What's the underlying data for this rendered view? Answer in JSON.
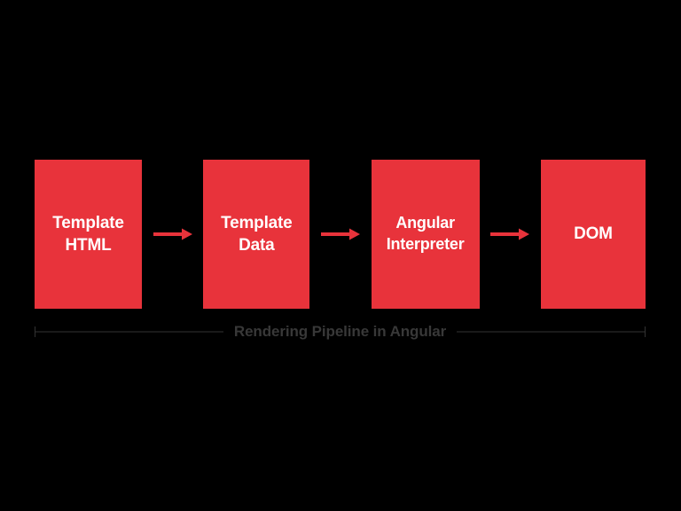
{
  "diagram": {
    "background_color": "#000000",
    "accent_color": "#E8333B",
    "box_text_color": "#FFFFFF",
    "caption_color": "#383838",
    "caption": "Rendering Pipeline in Angular",
    "stages": [
      {
        "id": "template-html",
        "label": "Template\nHTML",
        "name": "stage-template-html"
      },
      {
        "id": "template-data",
        "label": "Template\nData",
        "name": "stage-template-data"
      },
      {
        "id": "angular-interpreter",
        "label": "Angular\nInterpreter",
        "name": "stage-angular-interpreter"
      },
      {
        "id": "dom",
        "label": "DOM",
        "name": "stage-dom"
      }
    ],
    "connectors": [
      {
        "id": "arrow-1",
        "icon": "arrow-right-icon",
        "from": "template-html",
        "to": "template-data"
      },
      {
        "id": "arrow-2",
        "icon": "arrow-right-icon",
        "from": "template-data",
        "to": "angular-interpreter"
      },
      {
        "id": "arrow-3",
        "icon": "arrow-right-icon",
        "from": "angular-interpreter",
        "to": "dom"
      }
    ]
  }
}
